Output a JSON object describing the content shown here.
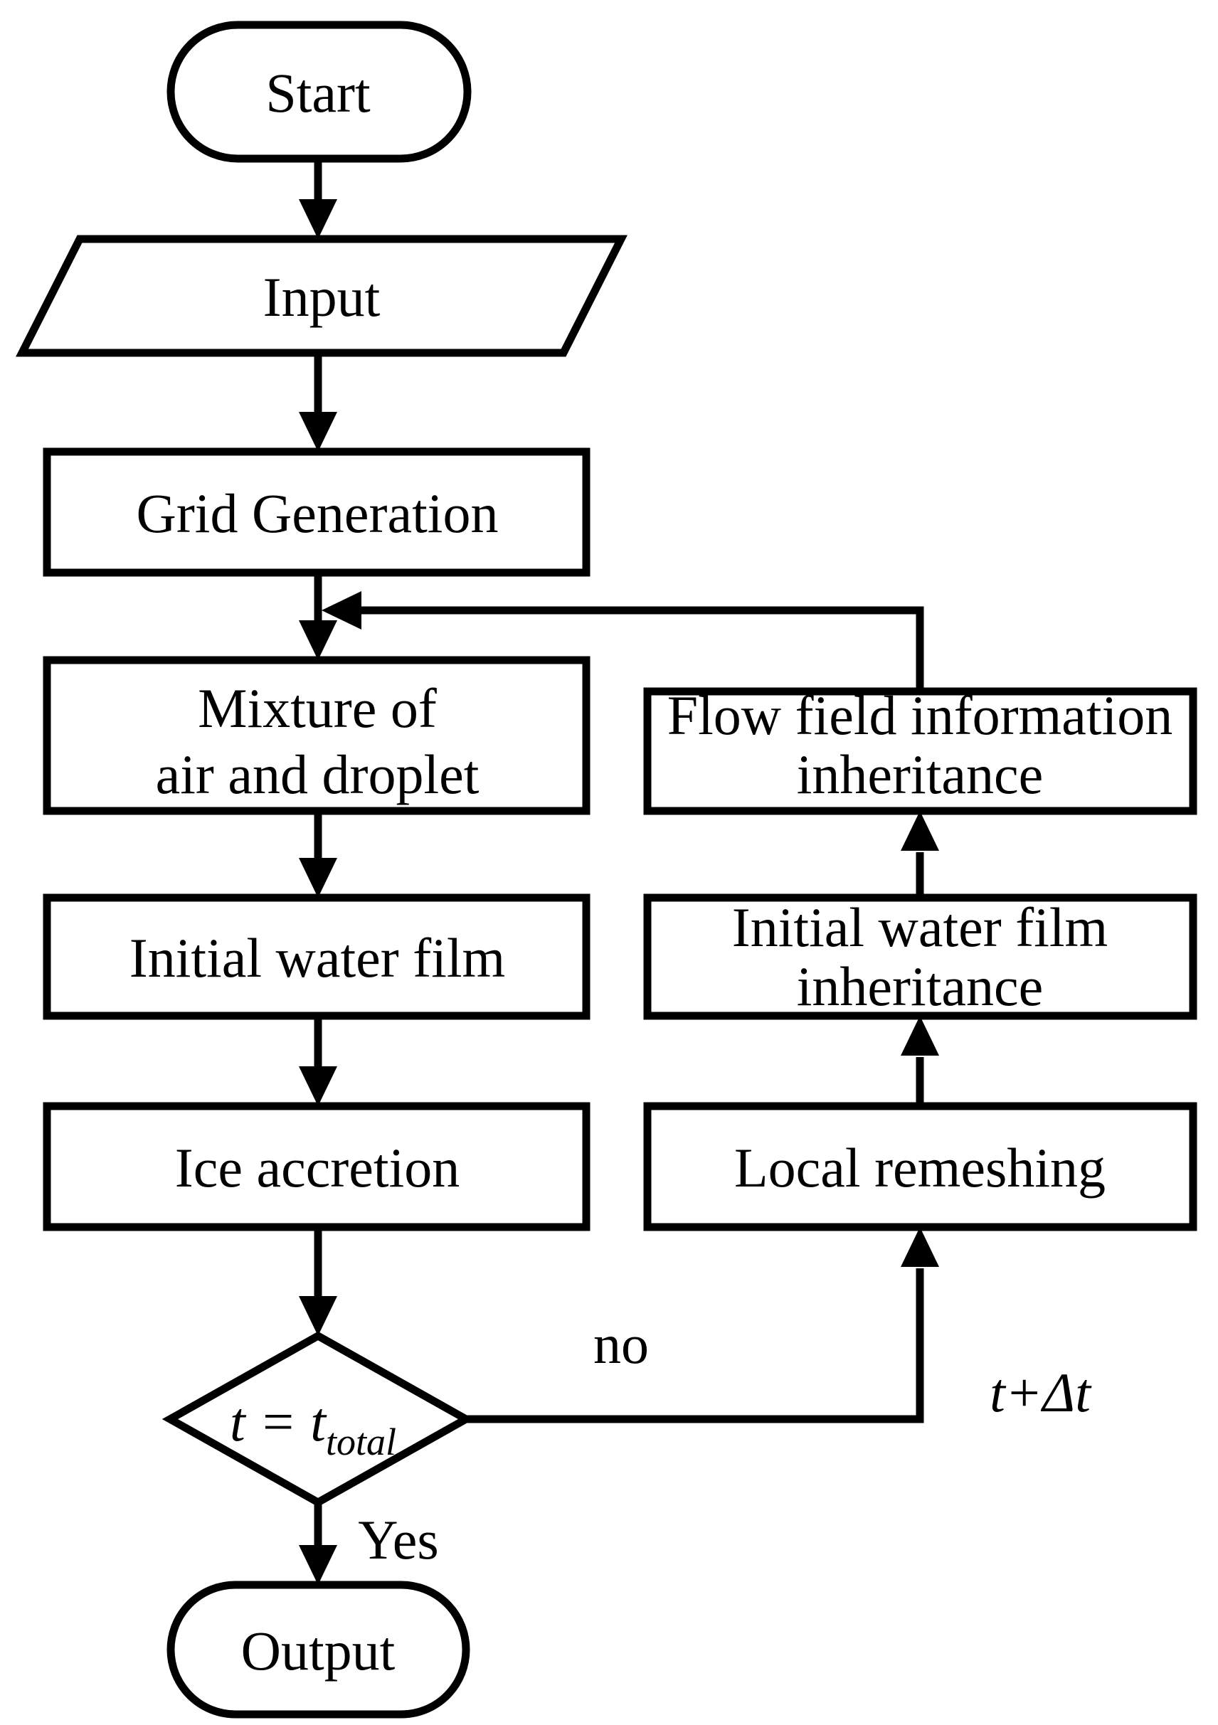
{
  "diagram_title": "icing simulation loop flowchart",
  "colors": {
    "ink": "#000000",
    "background": "#ffffff"
  },
  "nodes": {
    "start": {
      "label": "Start",
      "shape": "stadium"
    },
    "input": {
      "label": "Input",
      "shape": "parallelogram"
    },
    "grid_generation": {
      "label": "Grid Generation",
      "shape": "rectangle"
    },
    "mixture": {
      "lines": [
        "Mixture of",
        "air and droplet"
      ],
      "shape": "rectangle"
    },
    "initial_water_film": {
      "label": "Initial water film",
      "shape": "rectangle"
    },
    "ice_accretion": {
      "label": "Ice accretion",
      "shape": "rectangle"
    },
    "decision": {
      "label_main": "t = t",
      "label_sub": "total",
      "shape": "diamond"
    },
    "output": {
      "label": "Output",
      "shape": "stadium"
    },
    "flow_field_inheritance": {
      "lines": [
        "Flow field information",
        "inheritance"
      ],
      "shape": "rectangle"
    },
    "water_film_inheritance": {
      "lines": [
        "Initial water film",
        "inheritance"
      ],
      "shape": "rectangle"
    },
    "local_remeshing": {
      "label": "Local remeshing",
      "shape": "rectangle"
    }
  },
  "edge_labels": {
    "yes": "Yes",
    "no": "no",
    "timestep": "t+Δt"
  }
}
